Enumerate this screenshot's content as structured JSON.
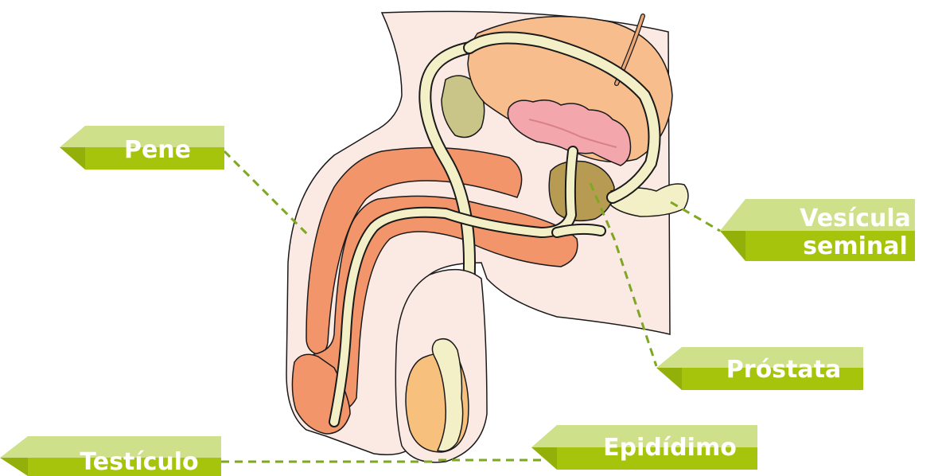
{
  "labels": {
    "pene": "Pene",
    "vesicula_line1": "Vesícula",
    "vesicula_line2": "seminal",
    "prostata": "Próstata",
    "epididimo": "Epidídimo",
    "testiculo": "Testículo"
  },
  "colors": {
    "tag_light": "#cfe08a",
    "tag_main": "#a6c40c",
    "tag_dark": "#6f8a0a",
    "leader": "#7ea722",
    "outline": "#1a1a1a",
    "skin": "#fbe9e4",
    "erectile": "#f2956a",
    "tube": "#f3efc6",
    "bladder": "#f8bd8d",
    "bladder_lining": "#f4a6ad",
    "prostate": "#b79b53",
    "testis": "#f7c07c",
    "bone": "#c9c487"
  }
}
